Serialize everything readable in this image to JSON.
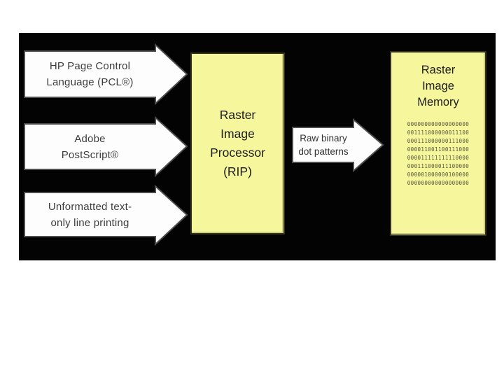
{
  "diagram": {
    "colors": {
      "background": "#000000",
      "box_fill": "#f6f69c",
      "box_border": "#32321d",
      "arrow_fill": "#fdfdfd",
      "arrow_stroke": "#4d4d4d"
    },
    "inputs": [
      {
        "line1": "HP Page Control",
        "line2": "Language (PCL®)"
      },
      {
        "line1": "Adobe",
        "line2": "PostScript®"
      },
      {
        "line1": "Unformatted text-",
        "line2": "only line printing"
      }
    ],
    "processor": {
      "lines": [
        "Raster",
        "Image",
        "Processor",
        "(RIP)"
      ]
    },
    "flow": {
      "line1": "Raw binary",
      "line2": "dot patterns"
    },
    "memory": {
      "title_lines": [
        "Raster",
        "Image",
        "Memory"
      ],
      "binary_rows": [
        "000000000000000000",
        "001111000000011100",
        "000111000000111000",
        "000011001100111000",
        "000011111111110000",
        "000111000011100000",
        "000001000000100000",
        "000000000000000000"
      ]
    }
  }
}
